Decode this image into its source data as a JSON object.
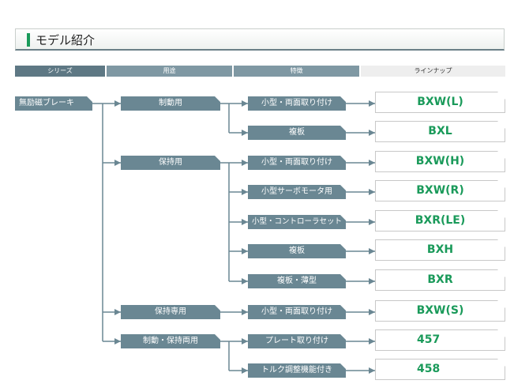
{
  "page_title": "モデル紹介",
  "headers": [
    "シリーズ",
    "用途",
    "特徴",
    "ラインナップ"
  ],
  "series": "無励磁ブレーキ",
  "uses": [
    "制動用",
    "保持用",
    "保持専用",
    "制動・保持両用"
  ],
  "features": [
    "小型・両面取り付け",
    "複板",
    "小型・両面取り付け",
    "小型サーボモータ用",
    "小型・コントローラセット",
    "複板",
    "複板・薄型",
    "小型・両面取り付け",
    "プレート取り付け",
    "トルク調整機能付き"
  ],
  "models": [
    "BXW(L)",
    "BXL",
    "BXW(H)",
    "BXW(R)",
    "BXR(LE)",
    "BXH",
    "BXR",
    "BXW(S)",
    "457",
    "458"
  ],
  "colors": {
    "accent_green": "#1a9a5a",
    "box_blue_gray": "#6a8793",
    "header_dark": "#5e7884"
  }
}
